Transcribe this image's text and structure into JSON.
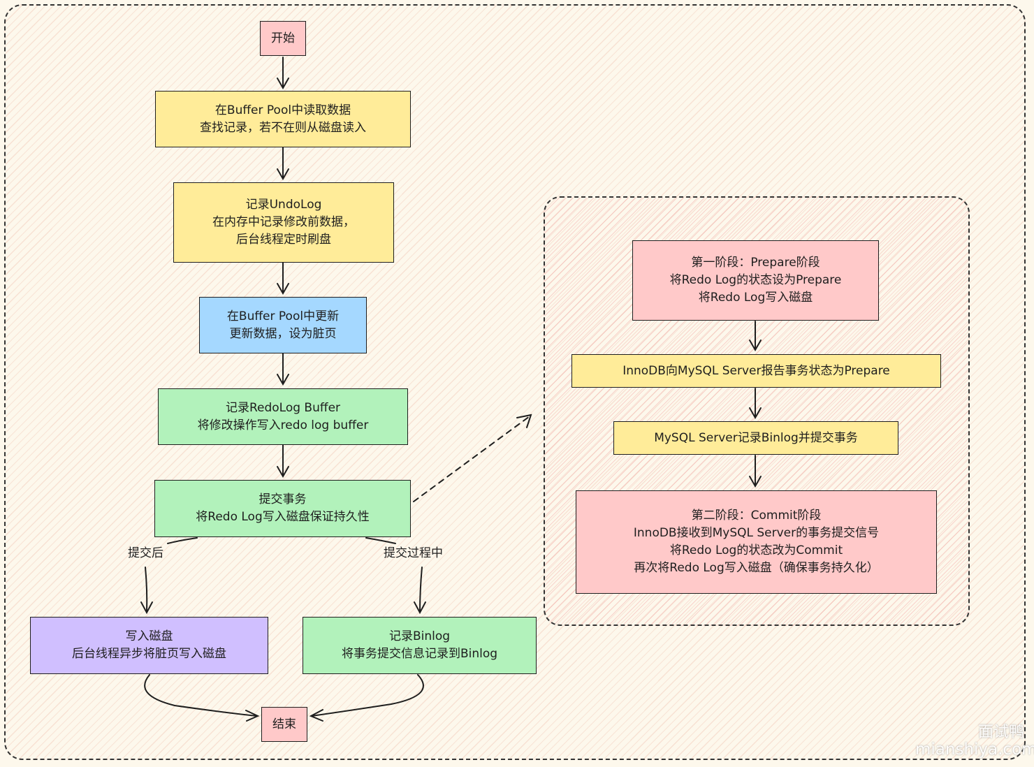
{
  "nodes": {
    "start": [
      "开始"
    ],
    "read_buffer": [
      "在Buffer Pool中读取数据",
      "查找记录，若不在则从磁盘读入"
    ],
    "undo_log": [
      "记录UndoLog",
      "在内存中记录修改前数据，",
      "后台线程定时刷盘"
    ],
    "update_buffer": [
      "在Buffer Pool中更新",
      "更新数据，设为脏页"
    ],
    "redo_buffer": [
      "记录RedoLog Buffer",
      "将修改操作写入redo log buffer"
    ],
    "commit": [
      "提交事务",
      "将Redo Log写入磁盘保证持久性"
    ],
    "write_disk": [
      "写入磁盘",
      "后台线程异步将脏页写入磁盘"
    ],
    "binlog": [
      "记录Binlog",
      "将事务提交信息记录到Binlog"
    ],
    "end": [
      "结束"
    ],
    "phase1": [
      "第一阶段：Prepare阶段",
      "将Redo Log的状态设为Prepare",
      "将Redo Log写入磁盘"
    ],
    "report": [
      "InnoDB向MySQL Server报告事务状态为Prepare"
    ],
    "server_binlog": [
      "MySQL Server记录Binlog并提交事务"
    ],
    "phase2": [
      "第二阶段：Commit阶段",
      "InnoDB接收到MySQL Server的事务提交信号",
      "将Redo Log的状态改为Commit",
      "再次将Redo Log写入磁盘（确保事务持久化）"
    ]
  },
  "edge_labels": {
    "after_commit": "提交后",
    "during_commit": "提交过程中"
  },
  "watermark": {
    "line1": "面试鸭",
    "line2": "mianshiya.com"
  }
}
